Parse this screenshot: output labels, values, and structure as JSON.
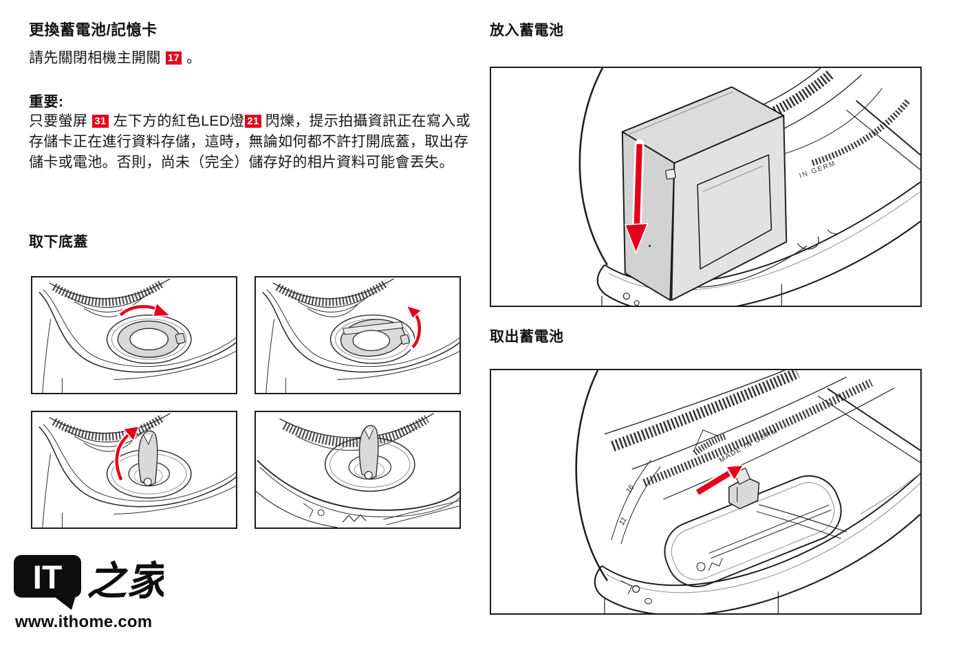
{
  "left": {
    "title": "更換蓄電池/記憶卡",
    "intro": {
      "pre": "請先關閉相機主開關",
      "badge": "17",
      "post": "。"
    },
    "important": {
      "title": "重要:",
      "seg1": "只要螢屏",
      "badge1": "31",
      "seg2": "左下方的紅色LED燈",
      "badge2": "21",
      "seg3": "閃爍，提示拍攝資訊正在寫入或存儲卡正在進行資料存儲，這時，無論如何都不許打開底蓋，取出存儲卡或電池。否則，尚未（完全）儲存好的相片資料可能會丟失。"
    },
    "remove_cover_title": "取下底蓋"
  },
  "right": {
    "insert_title": "放入蓄電池",
    "remove_title": "取出蓄電池"
  },
  "illos": {
    "lens_text_insert": "IN GERM",
    "lens_text_remove": "MADE IN GERM",
    "marks": [
      "16",
      "11"
    ]
  },
  "footer": {
    "logo_it": "IT",
    "logo_suffix": "之家",
    "url": "www.ithome.com"
  },
  "colors": {
    "accent_red": "#e2001a",
    "ink": "#1a1a1a",
    "fill_gray": "#d9d9d9"
  }
}
